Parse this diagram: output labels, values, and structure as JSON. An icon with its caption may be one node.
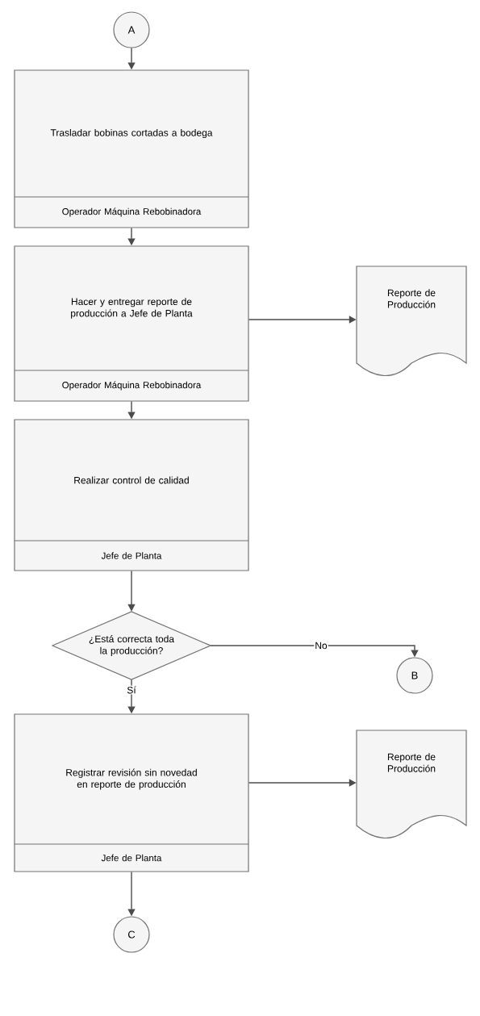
{
  "diagram": {
    "nodes": [
      {
        "text": [
          "A"
        ]
      },
      {
        "text": [
          "Trasladar bobinas cortadas a bodega",
          "Operador Máquina Rebobinadora"
        ]
      },
      {
        "text": [
          "Hacer y entregar reporte de producción a Jefe de Planta",
          "Operador Máquina Rebobinadora"
        ]
      },
      {
        "text": [
          "Reporte de Producción"
        ]
      },
      {
        "text": [
          "Realizar control de calidad",
          "Jefe de Planta"
        ]
      },
      {
        "text": [
          "¿Está correcta toda la producción?"
        ]
      },
      {
        "text": [
          "B"
        ]
      },
      {
        "text": [
          "Registrar revisión sin novedad en reporte de producción",
          "Jefe de Planta"
        ]
      },
      {
        "text": [
          "Reporte de Producción"
        ]
      },
      {
        "text": [
          "C"
        ]
      }
    ],
    "edges": [
      {
        "from": 0,
        "to": 1,
        "arrow": "to"
      },
      {
        "from": 1,
        "to": 2,
        "arrow": "to"
      },
      {
        "from": 2,
        "to": 3,
        "arrow": "to"
      },
      {
        "from": 2,
        "to": 4,
        "arrow": "to"
      },
      {
        "from": 4,
        "to": 5,
        "arrow": "to"
      },
      {
        "from": 5,
        "to": 6,
        "arrow": "to",
        "label": "No"
      },
      {
        "from": 5,
        "to": 7,
        "arrow": "to",
        "label": "Sí"
      },
      {
        "from": 7,
        "to": 8,
        "arrow": "to"
      },
      {
        "from": 7,
        "to": 9,
        "arrow": "to"
      }
    ]
  }
}
